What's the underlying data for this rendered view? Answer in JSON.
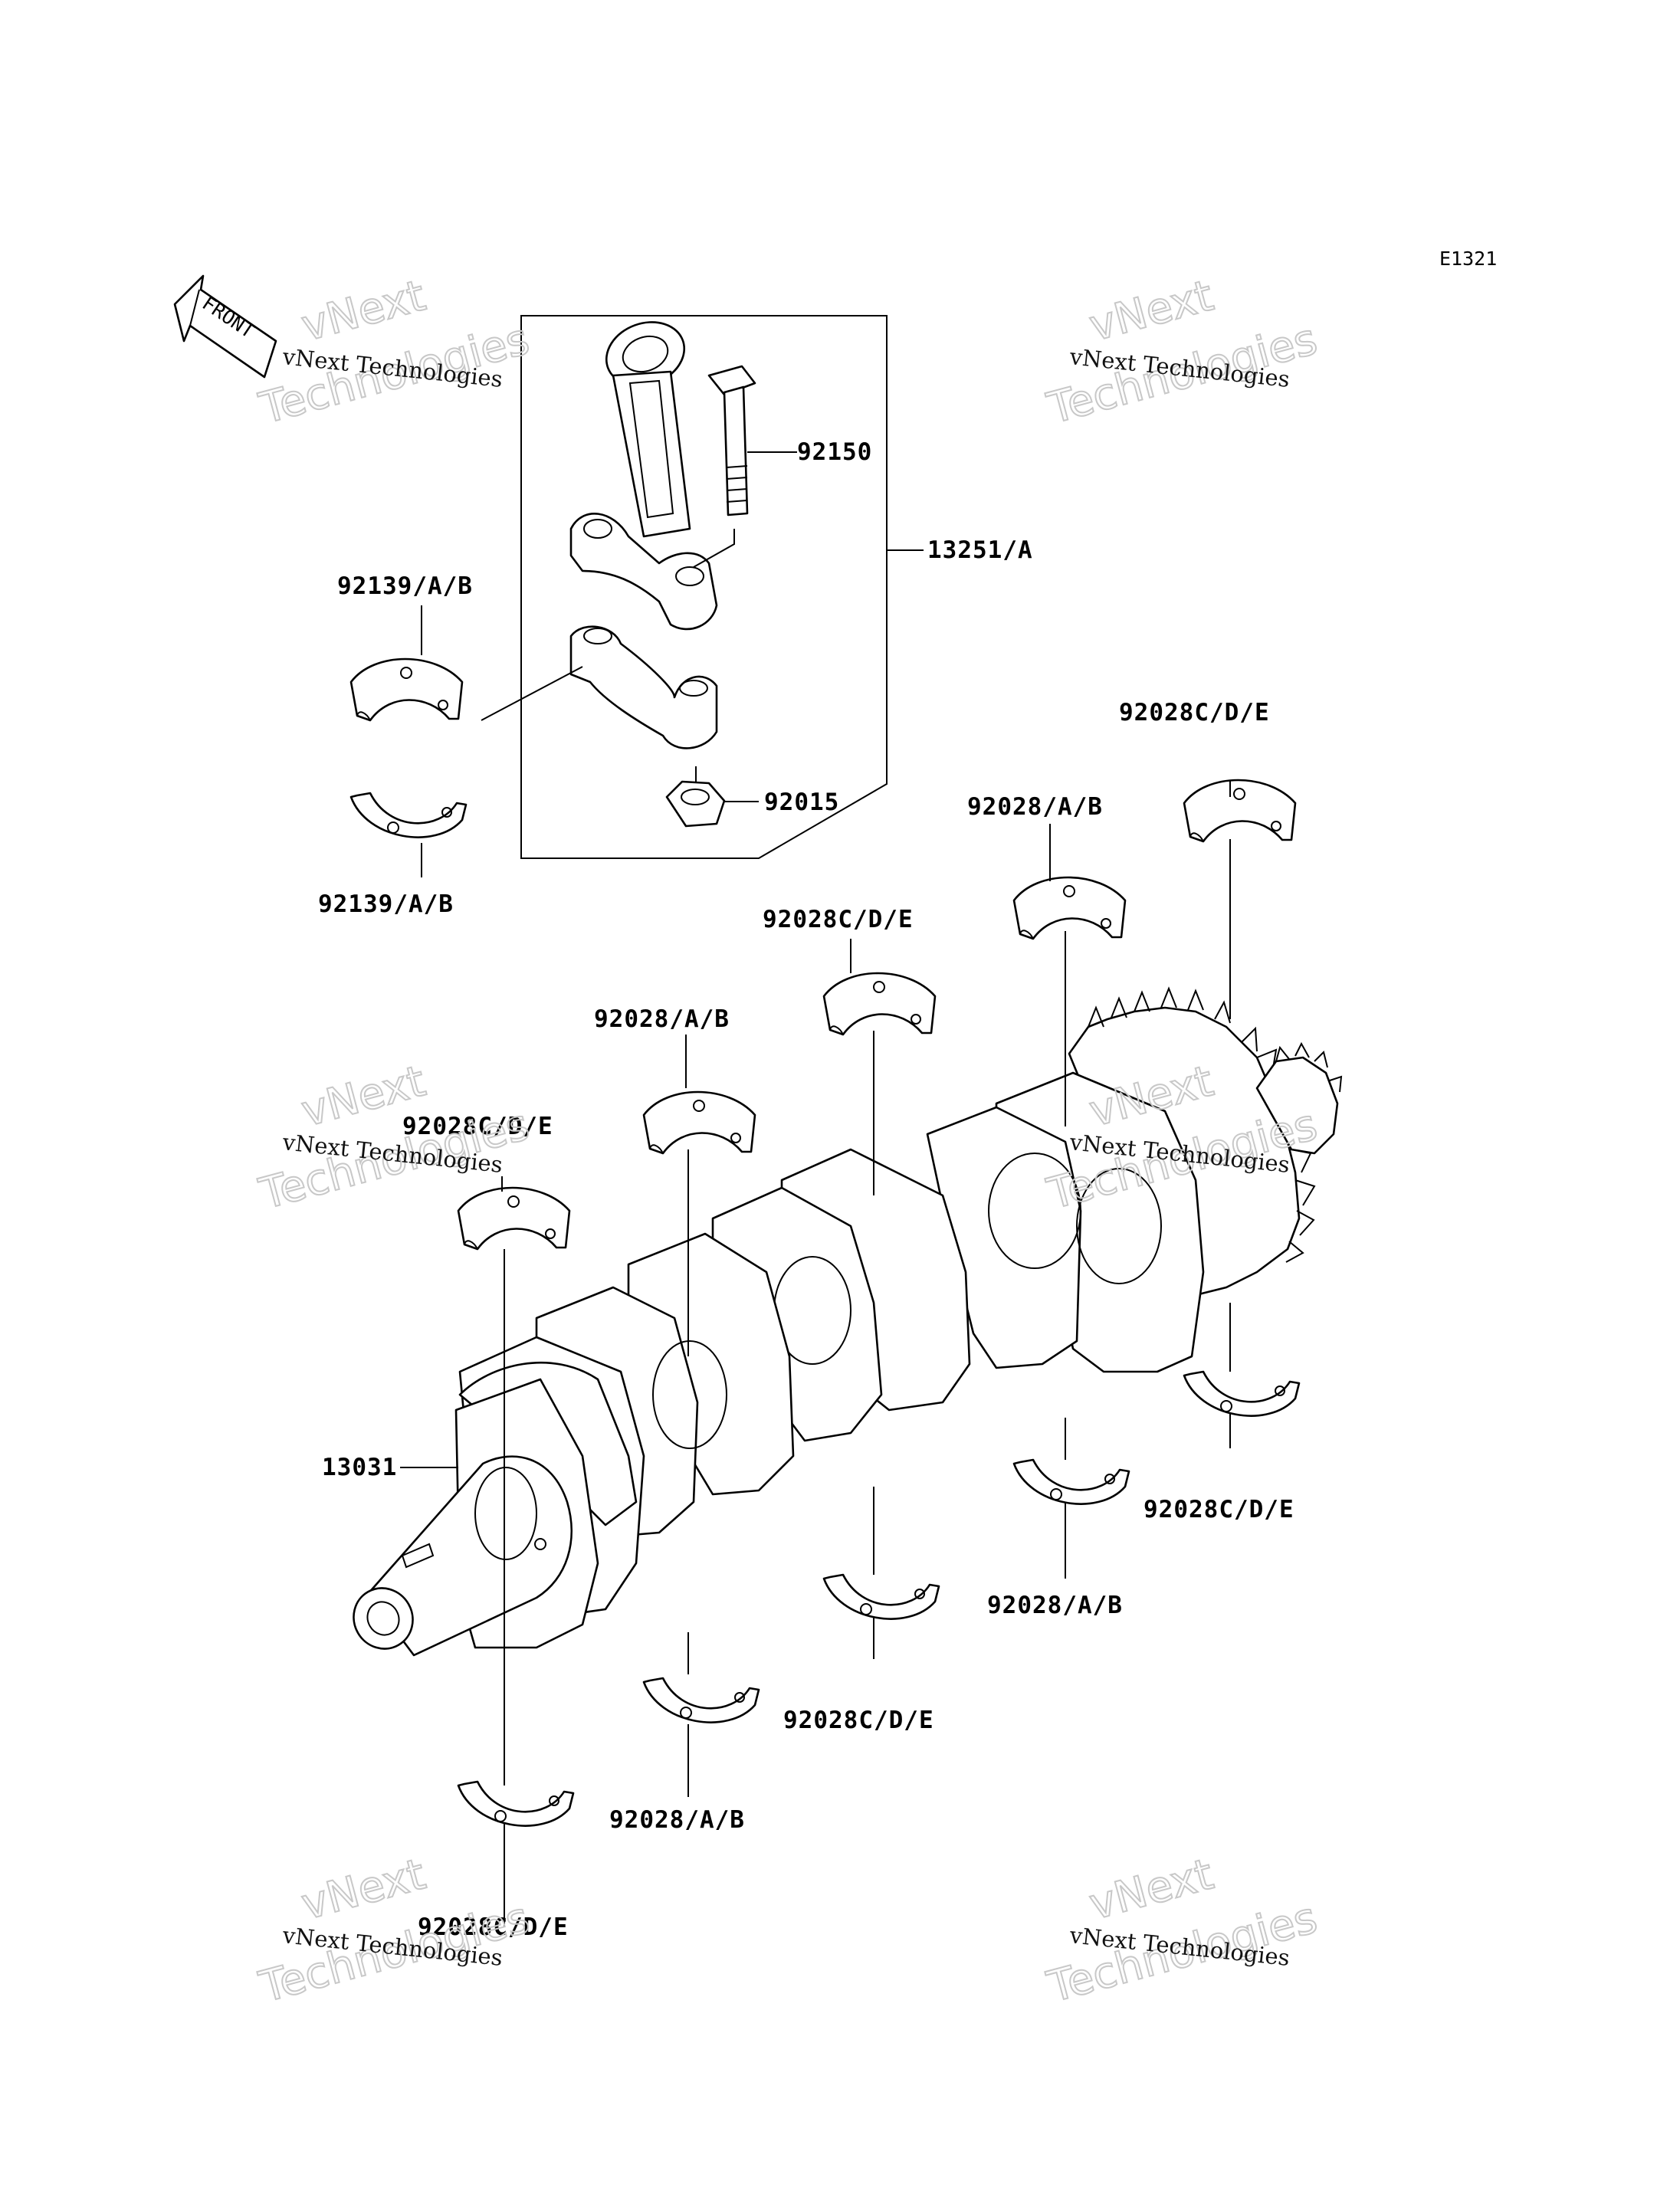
{
  "diagram_code": "E1321",
  "front_label": "FRONT",
  "watermark": {
    "line1": "vNext",
    "line2": "vNext Technologies",
    "line3": "Technologies"
  },
  "parts": {
    "p92150": "92150",
    "p13251": "13251/A",
    "p92139_top": "92139/A/B",
    "p92139_bottom": "92139/A/B",
    "p92015": "92015",
    "p92028cde_r1": "92028C/D/E",
    "p92028ab_r1": "92028/A/B",
    "p92028cde_m1": "92028C/D/E",
    "p92028ab_m1": "92028/A/B",
    "p92028cde_l1": "92028C/D/E",
    "p13031": "13031",
    "p92028cde_r2": "92028C/D/E",
    "p92028ab_r2": "92028/A/B",
    "p92028cde_m2": "92028C/D/E",
    "p92028ab_m2": "92028/A/B",
    "p92028cde_l2": "92028C/D/E"
  }
}
